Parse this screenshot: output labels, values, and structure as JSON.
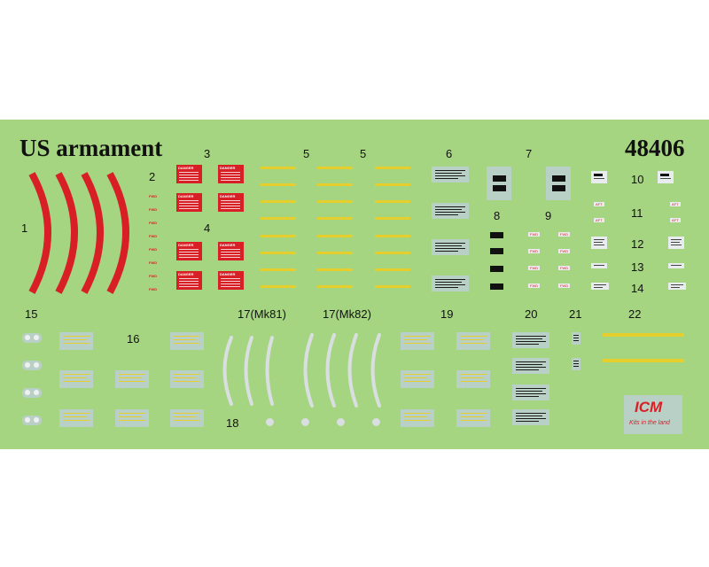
{
  "sheet": {
    "title": "US armament",
    "code": "48406",
    "background_color": "#a6d581",
    "accent_red": "#d81f26",
    "accent_yellow": "#e6cf2c"
  },
  "numbers": {
    "n1": "1",
    "n2": "2",
    "n3": "3",
    "n4": "4",
    "n5a": "5",
    "n5b": "5",
    "n6": "6",
    "n7": "7",
    "n8": "8",
    "n9": "9",
    "n10": "10",
    "n11": "11",
    "n12": "12",
    "n13": "13",
    "n14": "14",
    "n15": "15",
    "n16": "16",
    "n17a": "17(Mk81)",
    "n17b": "17(Mk82)",
    "n18": "18",
    "n19": "19",
    "n20": "20",
    "n21": "21",
    "n22": "22"
  },
  "warning_header": "DANGER",
  "fwd_label": "FWD",
  "aft_label": "AFT",
  "logo": {
    "brand": "ICM",
    "tagline": "Kits in the land"
  }
}
